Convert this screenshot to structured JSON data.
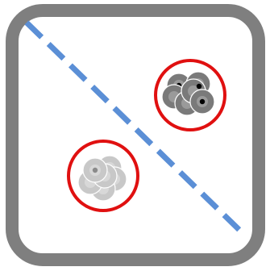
{
  "diagram": {
    "frame": {
      "stroke_color": "#7f7f7f",
      "fill_color": "#ffffff"
    },
    "divider_line": {
      "color": "#5b8fd6",
      "style": "dashed"
    },
    "highlight_ring_color": "#e01010",
    "clusters": [
      {
        "id": "upper-right-cluster",
        "tone": "dark",
        "disc_fill": "#7a7a7a",
        "disc_inner": "#9a9a9a",
        "dot_color": "#000000",
        "disc_count": 6
      },
      {
        "id": "lower-left-cluster",
        "tone": "light",
        "disc_fill": "#c8c8c8",
        "disc_inner": "#d8d8d8",
        "dot_color": "#8a8a8a",
        "disc_count": 6
      }
    ]
  }
}
